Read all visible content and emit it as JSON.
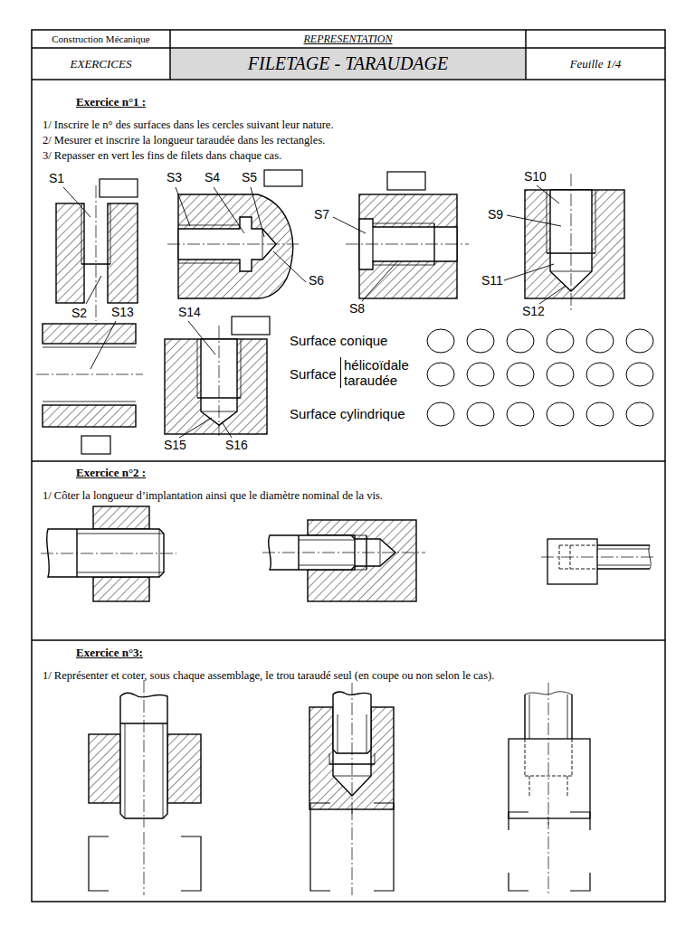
{
  "diagram": {
    "nodes": [
      {
        "text": [
          "Construction Mécanique"
        ]
      },
      {
        "text": [
          "REPRESENTATION"
        ]
      },
      {
        "text": [
          "EXERCICES"
        ]
      },
      {
        "text": [
          "FILETAGE - TARAUDAGE"
        ]
      },
      {
        "text": [
          "Feuille 1/4"
        ]
      }
    ],
    "labels": [
      "Exercice n°1 :",
      "1/ Inscrire le n° des surfaces dans les cercles suivant leur nature.",
      "2/ Mesurer et inscrire la longueur taraudée dans les rectangles.",
      "3/ Repasser en vert les fins de filets dans chaque cas.",
      "S1",
      "S2",
      "S3",
      "S4",
      "S5",
      "S6",
      "S7",
      "S8",
      "S9",
      "S10",
      "S11",
      "S12",
      "S13",
      "S14",
      "S15",
      "S16",
      "Surface conique",
      "Surface",
      "hélicoïdale taraudée",
      "Surface cylindrique",
      "Exercice n°2 :",
      "1/ Côter la longueur d’implantation ainsi que le diamètre nominal de la vis.",
      "Exercice n°3:",
      "1/ Représenter et coter, sous chaque assemblage, le trou taraudé seul (en coupe ou non selon le cas)."
    ]
  }
}
